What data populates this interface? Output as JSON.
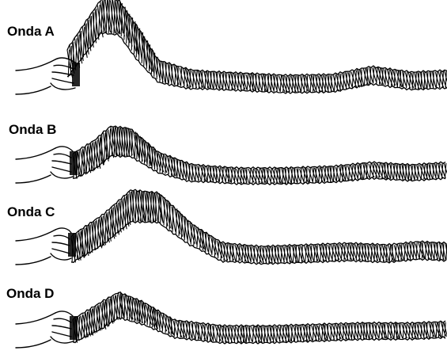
{
  "waves": [
    {
      "label": "Onda A"
    },
    {
      "label": "Onda B"
    },
    {
      "label": "Onda C"
    },
    {
      "label": "Onda D"
    }
  ],
  "colors": {
    "ink": "#000000",
    "background": "#ffffff"
  }
}
